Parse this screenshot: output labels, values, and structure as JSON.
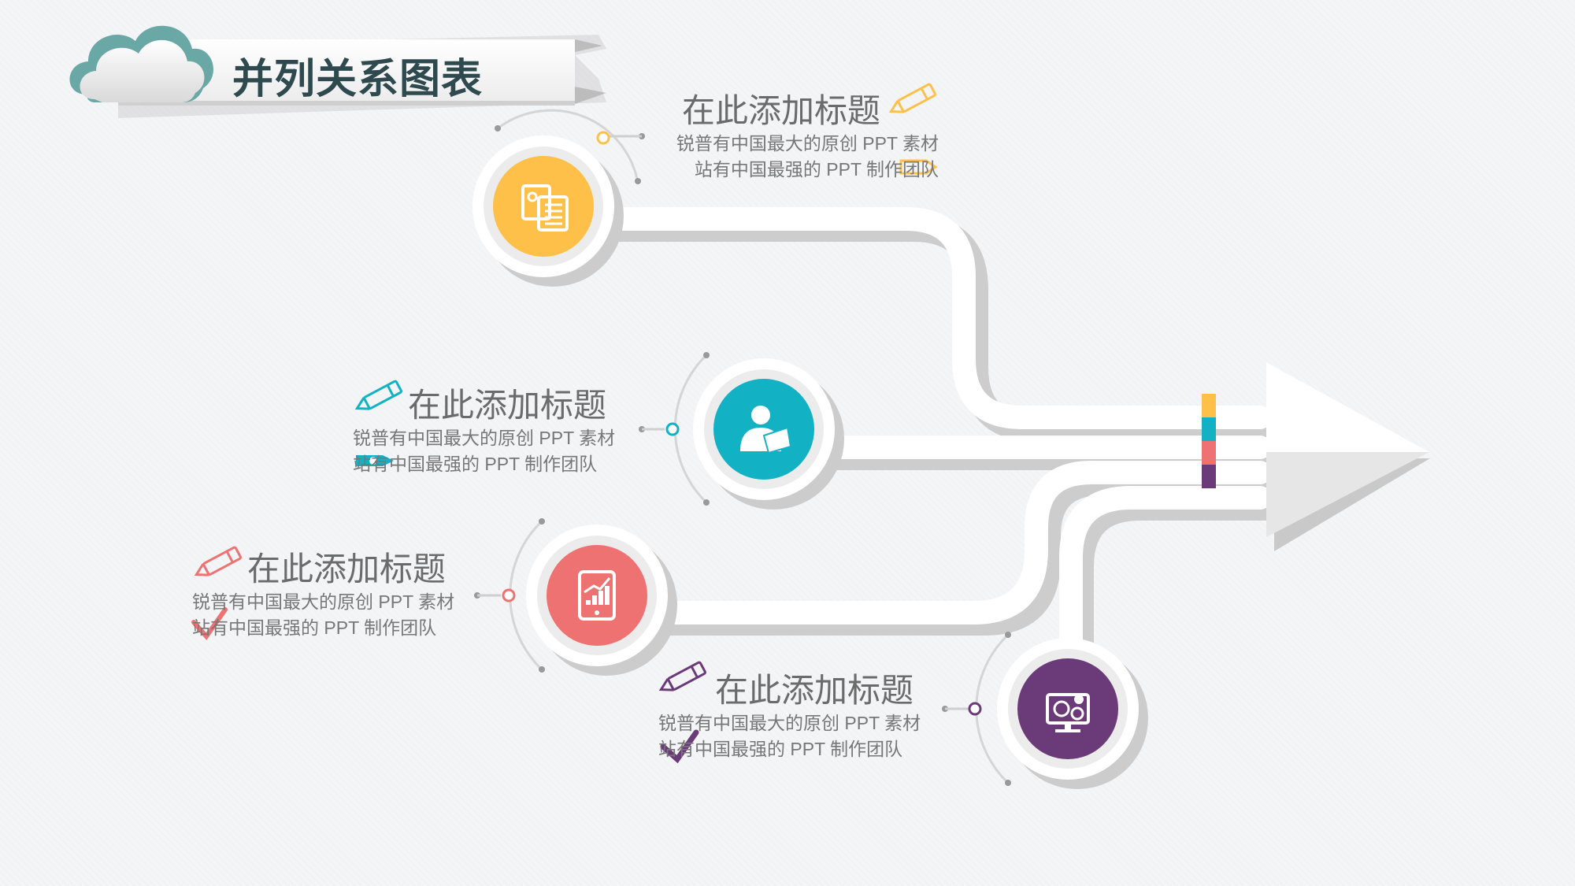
{
  "header": {
    "title": "并列关系图表"
  },
  "items": [
    {
      "title": "在此添加标题",
      "line1": "锐普有中国最大的原创 PPT 素材",
      "line2": "站有中国最强的 PPT 制作团队",
      "color": "#ffc04a",
      "icon": "documents-icon"
    },
    {
      "title": "在此添加标题",
      "line1": "锐普有中国最大的原创 PPT 素材",
      "line2": "站有中国最强的 PPT 制作团队",
      "color": "#12b2c4",
      "icon": "businessman-icon"
    },
    {
      "title": "在此添加标题",
      "line1": "锐普有中国最大的原创 PPT 素材",
      "line2": "站有中国最强的 PPT 制作团队",
      "color": "#ef7272",
      "icon": "tablet-chart-icon"
    },
    {
      "title": "在此添加标题",
      "line1": "锐普有中国最大的原创 PPT 素材",
      "line2": "站有中国最强的 PPT 制作团队",
      "color": "#6b3a78",
      "icon": "monitor-dollar-icon"
    }
  ],
  "arrow": {
    "stripe_colors": [
      "#ffc04a",
      "#12b2c4",
      "#ef7272",
      "#6b3a78"
    ]
  }
}
